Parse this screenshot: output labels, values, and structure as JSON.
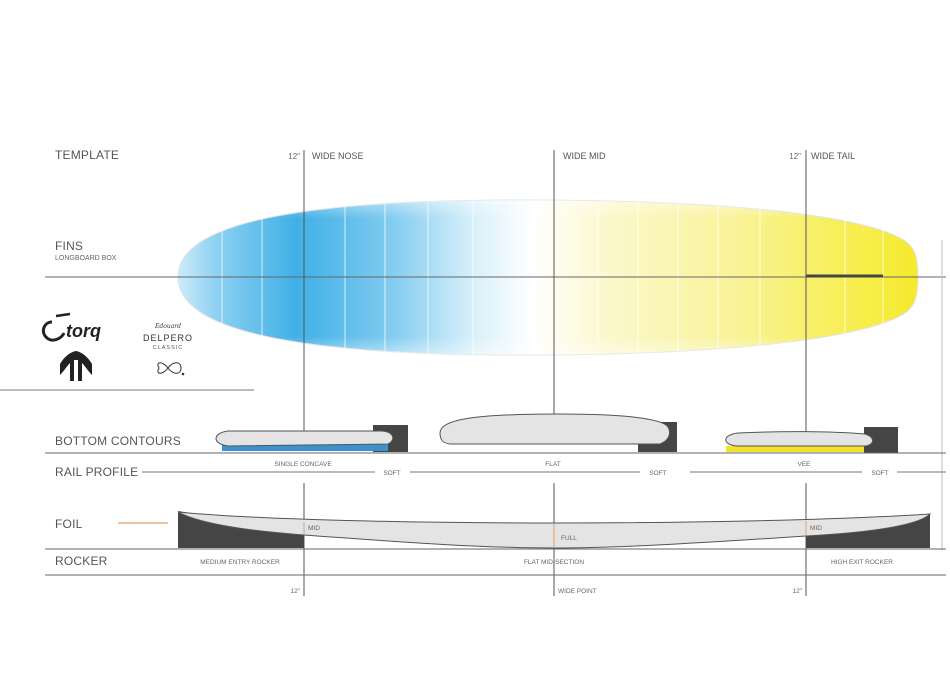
{
  "sections": {
    "template": "TEMPLATE",
    "fins": "FINS",
    "fins_sub": "LONGBOARD BOX",
    "bottom_contours": "BOTTOM  CONTOURS",
    "rail_profile": "RAIL PROFILE",
    "foil": "FOIL",
    "rocker": "ROCKER"
  },
  "template_markers": {
    "nose_measure": "12\"",
    "nose": "WIDE NOSE",
    "mid": "WIDE MID",
    "tail_measure": "12\"",
    "tail": "WIDE TAIL"
  },
  "contours": {
    "nose": "SINGLE CONCAVE",
    "mid": "FLAT",
    "tail": "VEE"
  },
  "rails": {
    "nose": "SOFT",
    "mid": "SOFT",
    "tail": "SOFT"
  },
  "foil_labels": {
    "nose": "MID",
    "mid": "FULL",
    "tail": "MID"
  },
  "rocker_labels": {
    "nose": "MEDIUM ENTRY ROCKER",
    "mid": "FLAT MID-SECTION",
    "tail": "HIGH EXIT ROCKER"
  },
  "bottom_markers": {
    "nose": "12\"",
    "mid": "WIDE POINT",
    "tail": "12\""
  },
  "brands": {
    "torq": "torq",
    "delpero_sig": "Edouard",
    "delpero": "DELPERO",
    "classic": "CLASSIC"
  },
  "colors": {
    "nose_gradient": "#3fb0e6",
    "tail_gradient": "#f7ee3c",
    "concave": "#3a93cf",
    "vee": "#f2e22c",
    "fin_box": "#454545",
    "foil_accent": "#e8a060"
  },
  "icons": [
    "torq-logo-icon",
    "manta-ray-logo-icon",
    "infinity-logo-icon",
    "fin-icon"
  ]
}
